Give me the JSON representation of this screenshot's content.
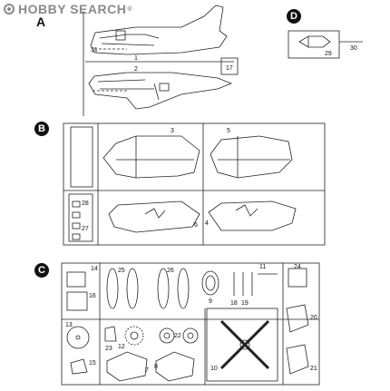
{
  "watermark": {
    "brand": "HOBBY SEARCH",
    "trademark": "®"
  },
  "sections": {
    "a": "A",
    "b": "B",
    "c": "C",
    "d": "D"
  },
  "parts": {
    "a": [
      "1",
      "2",
      "17",
      "31"
    ],
    "b": [
      "3",
      "4",
      "5",
      "6",
      "27",
      "28"
    ],
    "c": [
      "7",
      "8",
      "9",
      "10",
      "11",
      "12",
      "13",
      "14",
      "15",
      "16",
      "18",
      "19",
      "20",
      "21",
      "22",
      "23",
      "24",
      "25",
      "26"
    ],
    "d": [
      "29",
      "30"
    ]
  }
}
